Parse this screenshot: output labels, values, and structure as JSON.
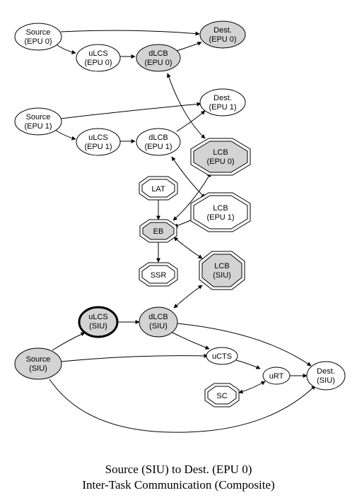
{
  "nodes": {
    "source_epu0": {
      "line1": "Source",
      "line2": "(EPU 0)"
    },
    "dest_epu0": {
      "line1": "Dest.",
      "line2": "(EPU 0)"
    },
    "ulcs_epu0": {
      "line1": "uLCS",
      "line2": "(EPU 0)"
    },
    "dlcb_epu0": {
      "line1": "dLCB",
      "line2": "(EPU 0)"
    },
    "source_epu1": {
      "line1": "Source",
      "line2": "(EPU 1)"
    },
    "dest_epu1": {
      "line1": "Dest.",
      "line2": "(EPU 1)"
    },
    "ulcs_epu1": {
      "line1": "uLCS",
      "line2": "(EPU 1)"
    },
    "dlcb_epu1": {
      "line1": "dLCB",
      "line2": "(EPU 1)"
    },
    "lcb_epu0": {
      "line1": "LCB",
      "line2": "(EPU 0)"
    },
    "lcb_epu1": {
      "line1": "LCB",
      "line2": "(EPU 1)"
    },
    "lat": {
      "line1": "LAT"
    },
    "eb": {
      "line1": "EB"
    },
    "ssr": {
      "line1": "SSR"
    },
    "lcb_siu": {
      "line1": "LCB",
      "line2": "(SIU)"
    },
    "ulcs_siu": {
      "line1": "uLCS",
      "line2": "(SIU)"
    },
    "dlcb_siu": {
      "line1": "dLCB",
      "line2": "(SIU)"
    },
    "source_siu": {
      "line1": "Source",
      "line2": "(SIU)"
    },
    "ucts": {
      "line1": "uCTS"
    },
    "urt": {
      "line1": "uRT"
    },
    "dest_siu": {
      "line1": "Dest.",
      "line2": "(SIU)"
    },
    "sc": {
      "line1": "SC"
    }
  },
  "caption": {
    "line1": "Source (SIU) to Dest. (EPU 0)",
    "line2": "Inter-Task Communication (Composite)"
  },
  "colors": {
    "highlight_fill": "#d3d3d3",
    "plain_fill": "#ffffff",
    "stroke": "#000000"
  }
}
